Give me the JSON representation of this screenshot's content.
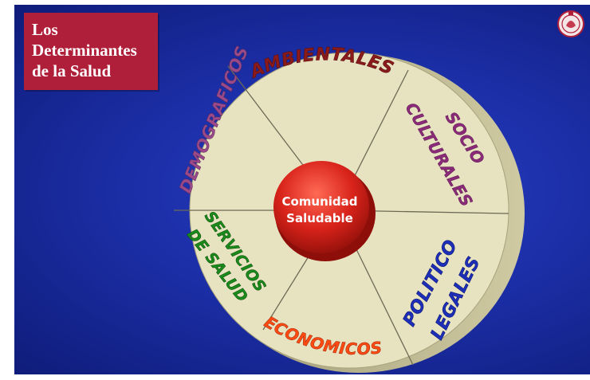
{
  "title": {
    "text": "Los\nDeterminantes\nde la Salud"
  },
  "logo": {
    "icon": "university-seal-icon"
  },
  "hub": {
    "line1": "Comunidad",
    "line2": "Saludable"
  },
  "segments": [
    {
      "label": "AMBIENTALES",
      "color": "#8b1a1a"
    },
    {
      "label": "SOCIO",
      "color": "#8b2a78"
    },
    {
      "label": "CULTURALES",
      "color": "#8b2a78"
    },
    {
      "label": "POLITICO",
      "color": "#1d2fb8"
    },
    {
      "label": "LEGALES",
      "color": "#1d2fb8"
    },
    {
      "label": "ECONOMICOS",
      "color": "#ff4a12"
    },
    {
      "label": "SERVICIOS",
      "color": "#1a8a1a"
    },
    {
      "label": "DE SALUD",
      "color": "#1a8a1a"
    },
    {
      "label": "DEMOGRAFICOS",
      "color": "#9a4a8a"
    }
  ],
  "colors": {
    "disc_face": "#e7e3c0",
    "disc_edge": "#b8b38a",
    "hub_red": "#d8231a",
    "title_bg": "#b01f3a"
  }
}
